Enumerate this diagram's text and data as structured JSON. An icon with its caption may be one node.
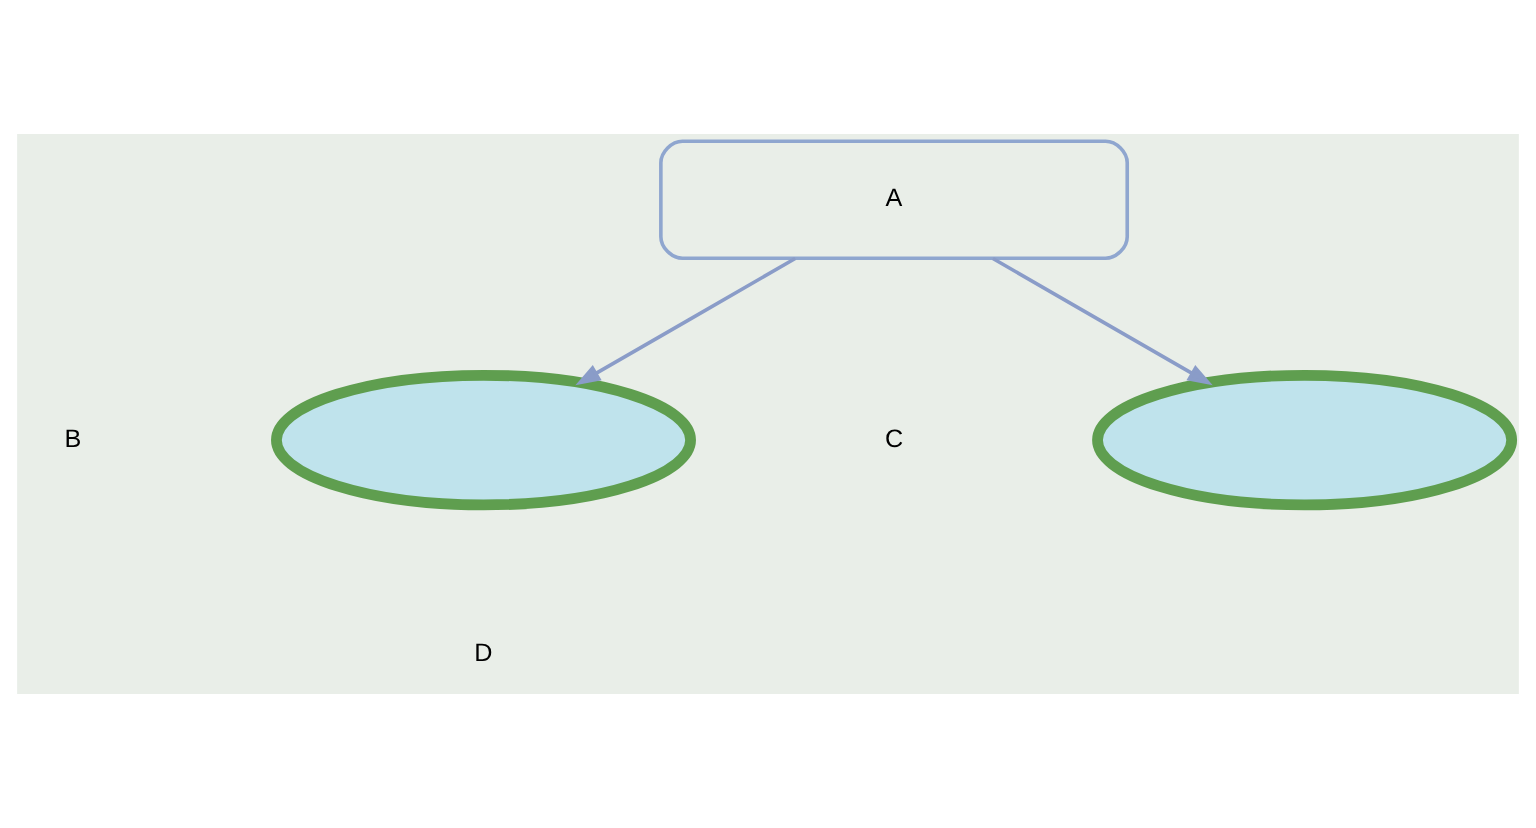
{
  "diagram": {
    "nodes": [
      {
        "text": [
          "A"
        ]
      },
      {
        "text": [],
        "shape": "circle"
      },
      {
        "text": [],
        "shape": "circle"
      }
    ],
    "edges": [
      {
        "from": 0,
        "to": 1,
        "arrow": "to"
      },
      {
        "from": 0,
        "to": 2,
        "arrow": "to"
      }
    ],
    "labels": [
      "B",
      "C",
      "D"
    ]
  }
}
